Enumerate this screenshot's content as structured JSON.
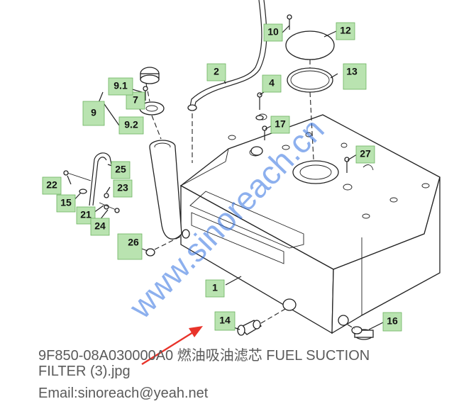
{
  "diagram": {
    "part_labels": {
      "p1": "1",
      "p2": "2",
      "p4": "4",
      "p7": "7",
      "p9": "9",
      "p91": "9.1",
      "p92": "9.2",
      "p10": "10",
      "p12": "12",
      "p13": "13",
      "p14": "14",
      "p15": "15",
      "p16": "16",
      "p17": "17",
      "p21": "21",
      "p22": "22",
      "p23": "23",
      "p24": "24",
      "p25": "25",
      "p26": "26",
      "p27": "27"
    },
    "arrow_color": "#e8332a",
    "label_fill": "#b9e3b0"
  },
  "watermark": {
    "text": "www.sinoreach.cn",
    "color": "#2f6fe0"
  },
  "caption": {
    "line1": "9F850-08A030000A0 燃油吸油滤芯 FUEL SUCTION",
    "line2": "FILTER (3).jpg",
    "line3": "Email:sinoreach@yeah.net"
  }
}
